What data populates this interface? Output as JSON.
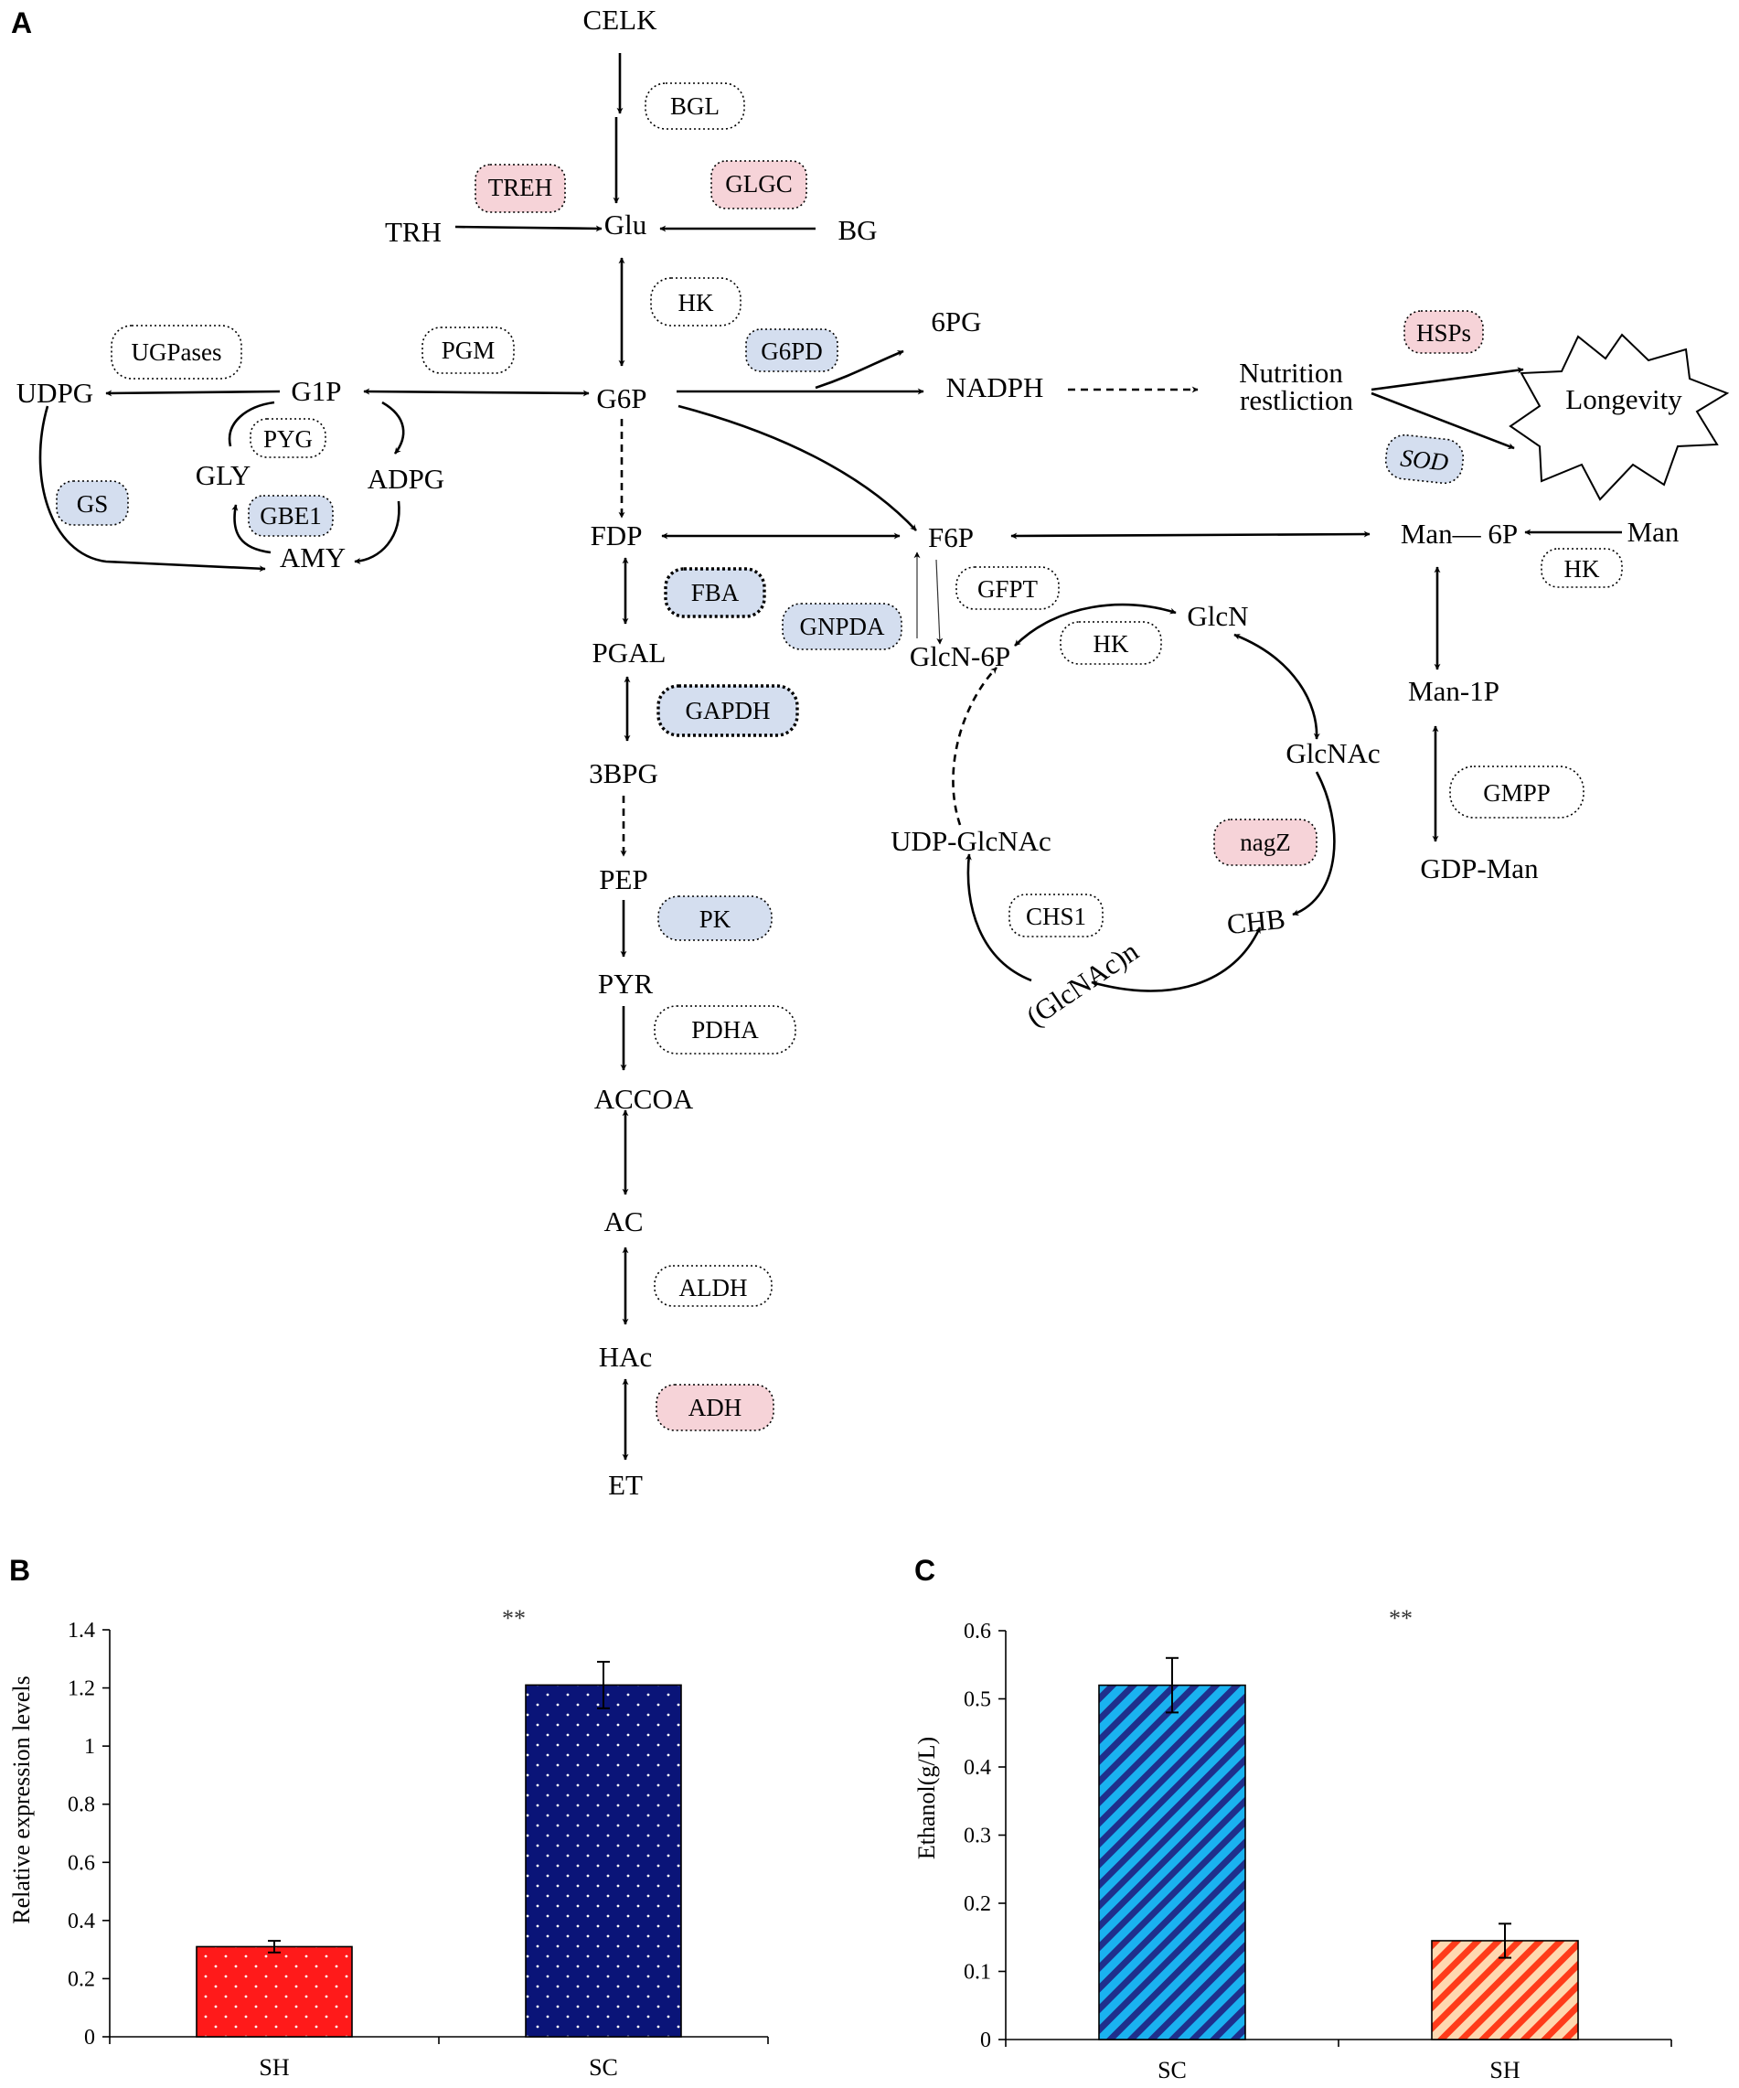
{
  "colors": {
    "pink": "#f6d3d8",
    "blue": "#d4deef",
    "white": "#ffffff",
    "red": "#ff1a1a",
    "navy": "#0a1478",
    "cyan": "#1ab2f0",
    "stripe_dark": "#1f2f8c",
    "orange": "#ff3b1a",
    "peach": "#ffd8b0"
  },
  "panels": {
    "a": "A",
    "b": "B",
    "c": "C"
  },
  "metabolites": {
    "celk": "CELK",
    "glu": "Glu",
    "trh": "TRH",
    "bg": "BG",
    "g6p": "G6P",
    "g1p": "G1P",
    "udpg": "UDPG",
    "gly": "GLY",
    "adpg": "ADPG",
    "amy": "AMY",
    "pg6": "6PG",
    "nadph": "NADPH",
    "nutrition1": "Nutrition",
    "nutrition2": "restliction",
    "longevity": "Longevity",
    "fdp": "FDP",
    "f6p": "F6P",
    "pgal": "PGAL",
    "bpg3": "3BPG",
    "pep": "PEP",
    "pyr": "PYR",
    "accoa": "ACCOA",
    "ac": "AC",
    "hac": "HAc",
    "et": "ET",
    "man6p": "Man— 6P",
    "man": "Man",
    "man1p": "Man-1P",
    "gdpman": "GDP-Man",
    "glcn6p": "GlcN-6P",
    "glcn": "GlcN",
    "glcnac": "GlcNAc",
    "udpglcnac": "UDP-GlcNAc",
    "chb": "CHB",
    "glcnacn": "(GlcNAc)n"
  },
  "enzymes": {
    "bgl": "BGL",
    "treh": "TREH",
    "glgc": "GLGC",
    "hk1": "HK",
    "pgm": "PGM",
    "ugpases": "UGPases",
    "g6pd": "G6PD",
    "hsps": "HSPs",
    "sod": "SOD",
    "pyg": "PYG",
    "gs": "GS",
    "gbe1": "GBE1",
    "fba": "FBA",
    "gfpt": "GFPT",
    "gnpda": "GNPDA",
    "hk2": "HK",
    "hk3": "HK",
    "gapdh": "GAPDH",
    "gmpp": "GMPP",
    "nagz": "nagZ",
    "pk": "PK",
    "chs1": "CHS1",
    "pdha": "PDHA",
    "aldh": "ALDH",
    "adh": "ADH"
  },
  "chart_data": [
    {
      "type": "bar",
      "categories": [
        "SH",
        "SC"
      ],
      "values": [
        0.31,
        1.21
      ],
      "errors": [
        0.02,
        0.08
      ],
      "ylabel": "Relative expression levels",
      "ylim": [
        0,
        1.4
      ],
      "yticks": [
        "0",
        "0.2",
        "0.4",
        "0.6",
        "0.8",
        "1",
        "1.2",
        "1.4"
      ],
      "significance": "**",
      "grid": false
    },
    {
      "type": "bar",
      "categories": [
        "SC",
        "SH"
      ],
      "values": [
        0.52,
        0.145
      ],
      "errors": [
        0.04,
        0.025
      ],
      "ylabel": "Ethanol(g/L)",
      "ylim": [
        0,
        0.6
      ],
      "yticks": [
        "0",
        "0.1",
        "0.2",
        "0.3",
        "0.4",
        "0.5",
        "0.6"
      ],
      "significance": "**",
      "grid": false
    }
  ]
}
